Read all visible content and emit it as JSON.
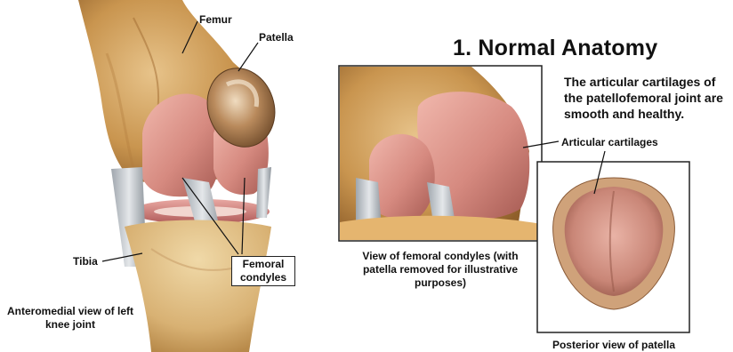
{
  "title": "1. Normal Anatomy",
  "description": "The articular cartilages of the patellofemoral joint are smooth and healthy.",
  "labels": {
    "femur": "Femur",
    "patella": "Patella",
    "tibia": "Tibia",
    "femoral_condyles": "Femoral condyles",
    "articular_cartilages": "Articular cartilages"
  },
  "captions": {
    "main_view": "Anteromedial view of left knee joint",
    "condyle_view": "View of femoral condyles (with patella removed for illustrative purposes)",
    "patella_view": "Posterior view of patella"
  }
}
